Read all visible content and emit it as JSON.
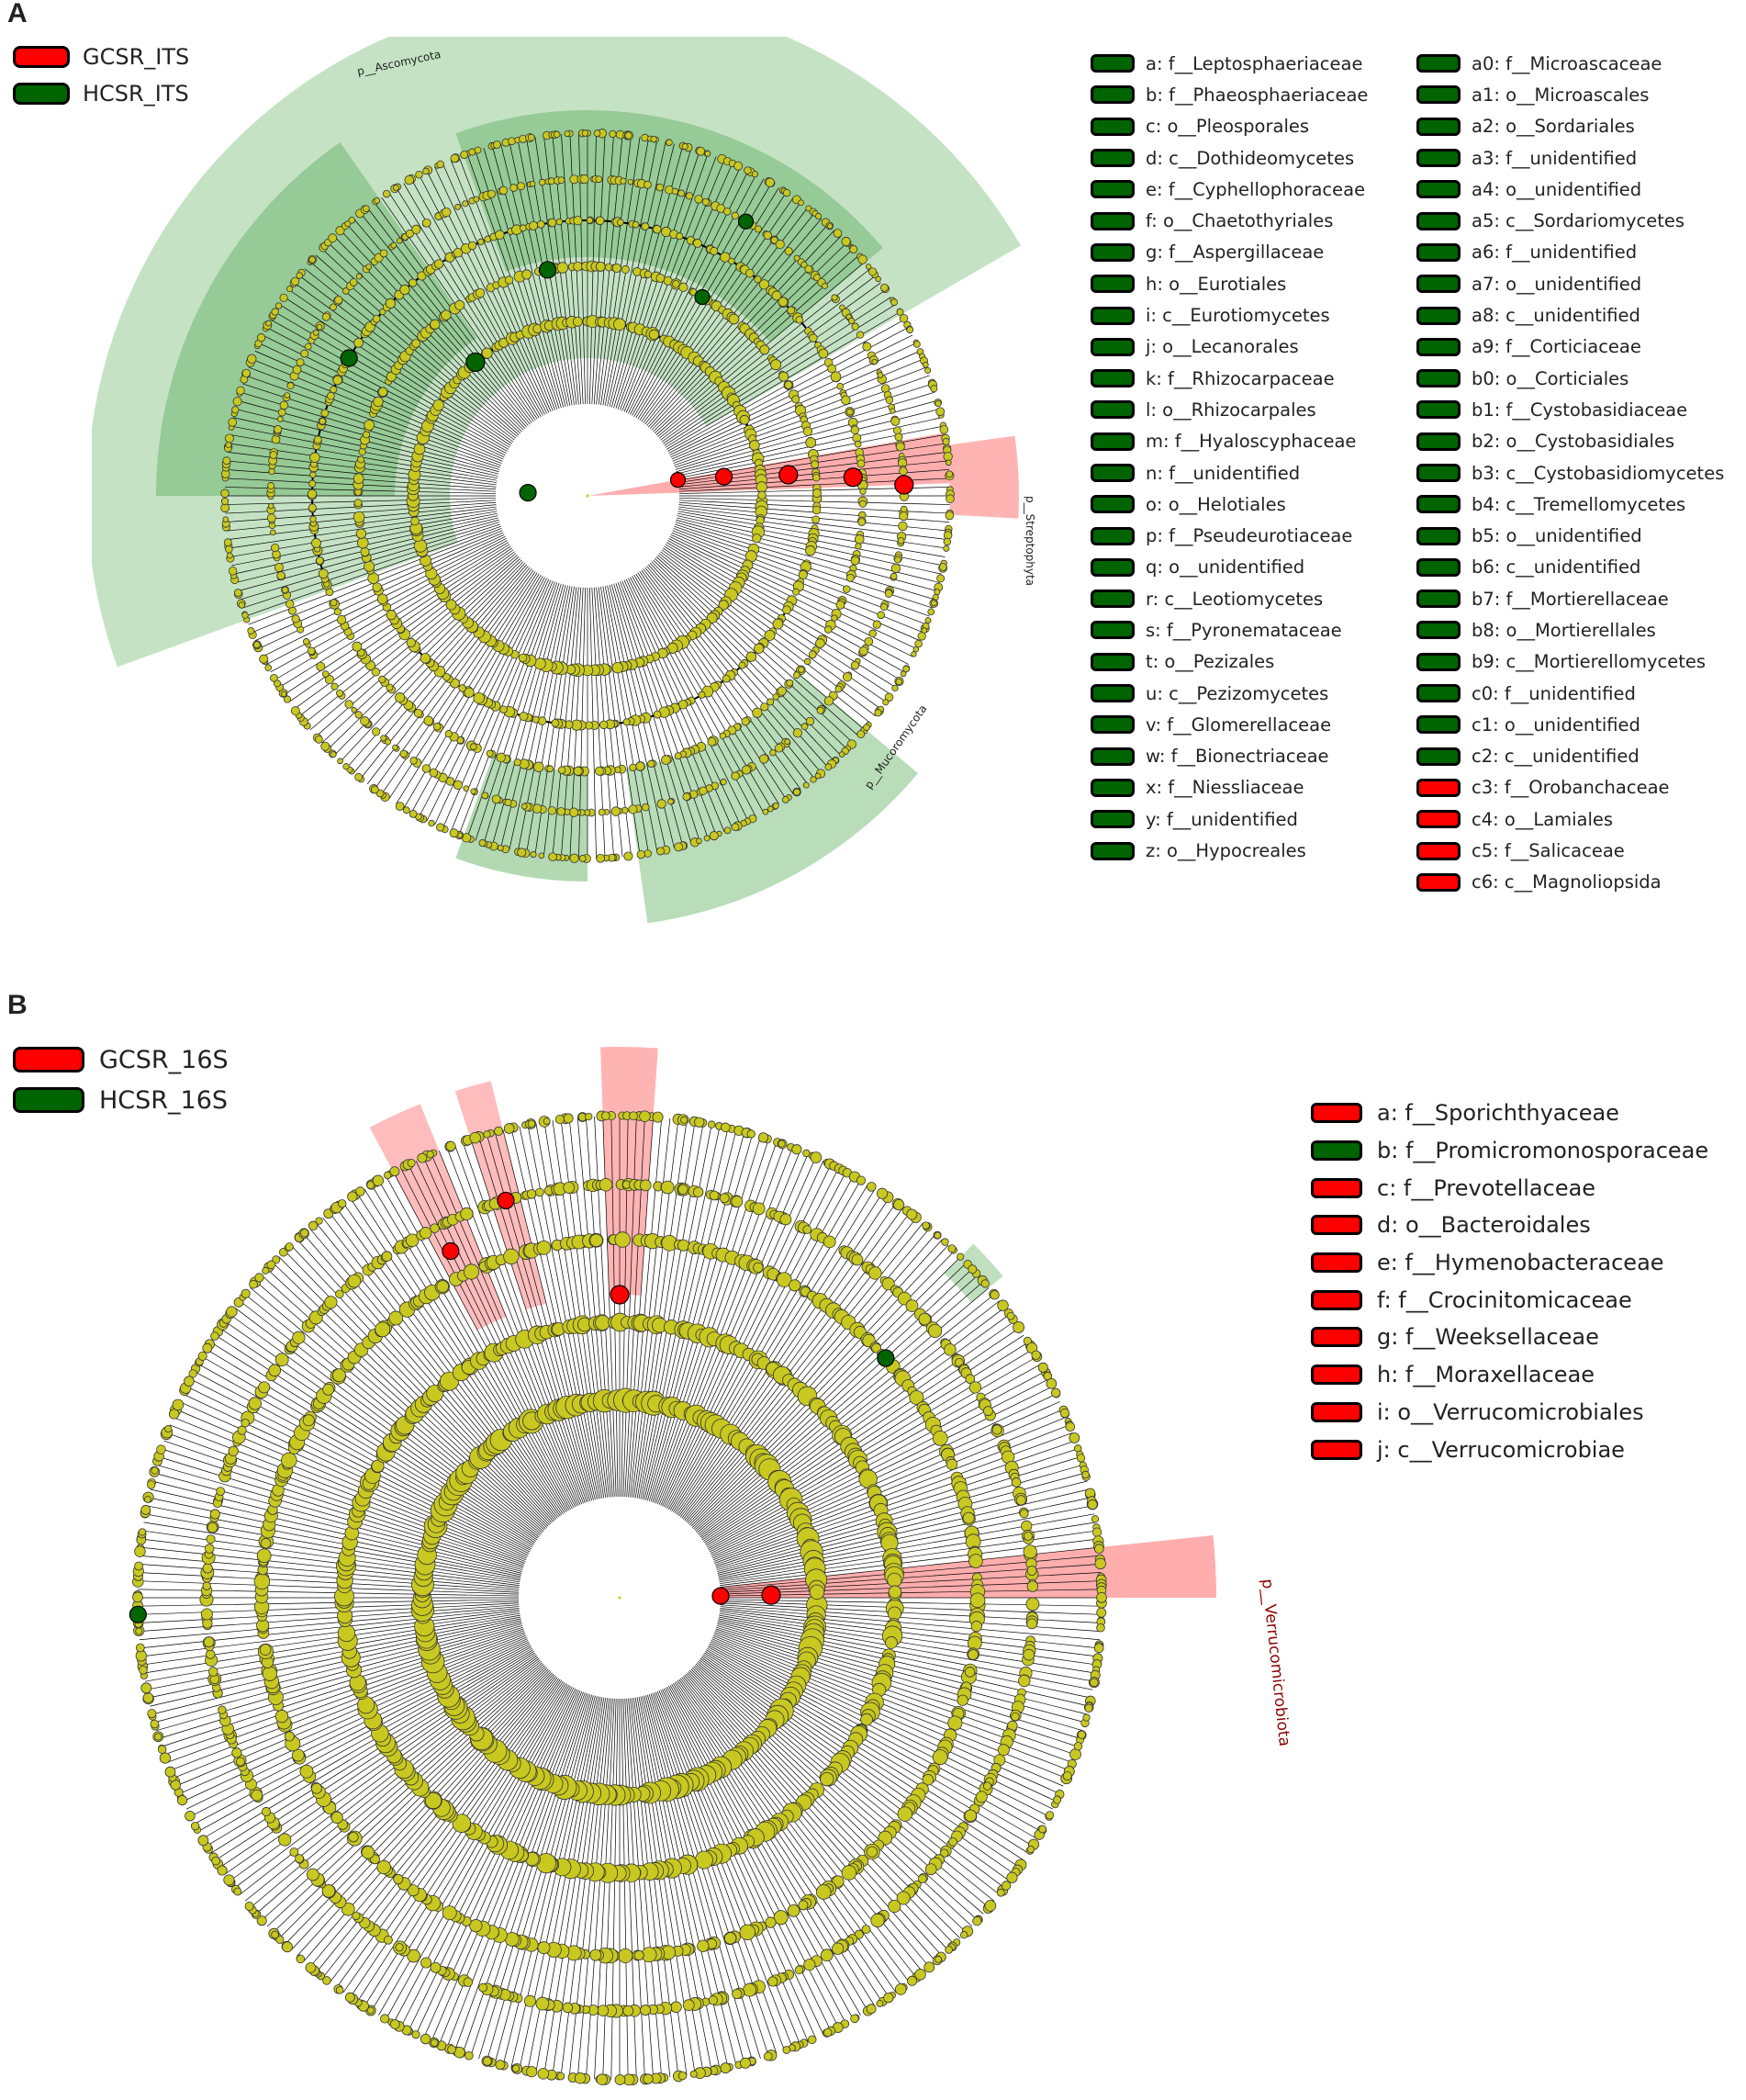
{
  "colors": {
    "enriched_red": "#ff0000",
    "enriched_green": "#006400",
    "node_yellow": "#c8c820",
    "shade_red": "#ff6a6a",
    "shade_green": "#7fbf7f"
  },
  "panelA": {
    "letter": "A",
    "groups": [
      {
        "label": "GCSR_ITS",
        "color": "#ff0000"
      },
      {
        "label": "HCSR_ITS",
        "color": "#006400"
      }
    ],
    "clade_labels": {
      "ascomycota": "p__Ascomycota",
      "streptophyta": "p__Streptophyta",
      "mucoromycota": "p__Mucoromycota"
    },
    "legend": [
      {
        "label": "a: f__Leptosphaeriaceae",
        "color": "#006400"
      },
      {
        "label": "b: f__Phaeosphaeriaceae",
        "color": "#006400"
      },
      {
        "label": "c: o__Pleosporales",
        "color": "#006400"
      },
      {
        "label": "d: c__Dothideomycetes",
        "color": "#006400"
      },
      {
        "label": "e: f__Cyphellophoraceae",
        "color": "#006400"
      },
      {
        "label": "f: o__Chaetothyriales",
        "color": "#006400"
      },
      {
        "label": "g: f__Aspergillaceae",
        "color": "#006400"
      },
      {
        "label": "h: o__Eurotiales",
        "color": "#006400"
      },
      {
        "label": "i: c__Eurotiomycetes",
        "color": "#006400"
      },
      {
        "label": "j: o__Lecanorales",
        "color": "#006400"
      },
      {
        "label": "k: f__Rhizocarpaceae",
        "color": "#006400"
      },
      {
        "label": "l: o__Rhizocarpales",
        "color": "#006400"
      },
      {
        "label": "m: f__Hyaloscyphaceae",
        "color": "#006400"
      },
      {
        "label": "n: f__unidentified",
        "color": "#006400"
      },
      {
        "label": "o: o__Helotiales",
        "color": "#006400"
      },
      {
        "label": "p: f__Pseudeurotiaceae",
        "color": "#006400"
      },
      {
        "label": "q: o__unidentified",
        "color": "#006400"
      },
      {
        "label": "r: c__Leotiomycetes",
        "color": "#006400"
      },
      {
        "label": "s: f__Pyronemataceae",
        "color": "#006400"
      },
      {
        "label": "t: o__Pezizales",
        "color": "#006400"
      },
      {
        "label": "u: c__Pezizomycetes",
        "color": "#006400"
      },
      {
        "label": "v: f__Glomerellaceae",
        "color": "#006400"
      },
      {
        "label": "w: f__Bionectriaceae",
        "color": "#006400"
      },
      {
        "label": "x: f__Niessliaceae",
        "color": "#006400"
      },
      {
        "label": "y: f__unidentified",
        "color": "#006400"
      },
      {
        "label": "z: o__Hypocreales",
        "color": "#006400"
      },
      {
        "label": "a0: f__Microascaceae",
        "color": "#006400"
      },
      {
        "label": "a1: o__Microascales",
        "color": "#006400"
      },
      {
        "label": "a2: o__Sordariales",
        "color": "#006400"
      },
      {
        "label": "a3: f__unidentified",
        "color": "#006400"
      },
      {
        "label": "a4: o__unidentified",
        "color": "#006400"
      },
      {
        "label": "a5: c__Sordariomycetes",
        "color": "#006400"
      },
      {
        "label": "a6: f__unidentified",
        "color": "#006400"
      },
      {
        "label": "a7: o__unidentified",
        "color": "#006400"
      },
      {
        "label": "a8: c__unidentified",
        "color": "#006400"
      },
      {
        "label": "a9: f__Corticiaceae",
        "color": "#006400"
      },
      {
        "label": "b0: o__Corticiales",
        "color": "#006400"
      },
      {
        "label": "b1: f__Cystobasidiaceae",
        "color": "#006400"
      },
      {
        "label": "b2: o__Cystobasidiales",
        "color": "#006400"
      },
      {
        "label": "b3: c__Cystobasidiomycetes",
        "color": "#006400"
      },
      {
        "label": "b4: c__Tremellomycetes",
        "color": "#006400"
      },
      {
        "label": "b5: o__unidentified",
        "color": "#006400"
      },
      {
        "label": "b6: c__unidentified",
        "color": "#006400"
      },
      {
        "label": "b7: f__Mortierellaceae",
        "color": "#006400"
      },
      {
        "label": "b8: o__Mortierellales",
        "color": "#006400"
      },
      {
        "label": "b9: c__Mortierellomycetes",
        "color": "#006400"
      },
      {
        "label": "c0: f__unidentified",
        "color": "#006400"
      },
      {
        "label": "c1: o__unidentified",
        "color": "#006400"
      },
      {
        "label": "c2: c__unidentified",
        "color": "#006400"
      },
      {
        "label": "c3: f__Orobanchaceae",
        "color": "#ff0000"
      },
      {
        "label": "c4: o__Lamiales",
        "color": "#ff0000"
      },
      {
        "label": "c5: f__Salicaceae",
        "color": "#ff0000"
      },
      {
        "label": "c6: c__Magnoliopsida",
        "color": "#ff0000"
      }
    ]
  },
  "panelB": {
    "letter": "B",
    "groups": [
      {
        "label": "GCSR_16S",
        "color": "#ff0000"
      },
      {
        "label": "HCSR_16S",
        "color": "#006400"
      }
    ],
    "clade_labels": {
      "verrucomicrobiota": "p__Verrucomicrobiota"
    },
    "legend": [
      {
        "label": "a: f__Sporichthyaceae",
        "color": "#ff0000"
      },
      {
        "label": "b: f__Promicromonosporaceae",
        "color": "#006400"
      },
      {
        "label": "c: f__Prevotellaceae",
        "color": "#ff0000"
      },
      {
        "label": "d: o__Bacteroidales",
        "color": "#ff0000"
      },
      {
        "label": "e: f__Hymenobacteraceae",
        "color": "#ff0000"
      },
      {
        "label": "f: f__Crocinitomicaceae",
        "color": "#ff0000"
      },
      {
        "label": "g: f__Weeksellaceae",
        "color": "#ff0000"
      },
      {
        "label": "h: f__Moraxellaceae",
        "color": "#ff0000"
      },
      {
        "label": "i: o__Verrucomicrobiales",
        "color": "#ff0000"
      },
      {
        "label": "j: c__Verrucomicrobiae",
        "color": "#ff0000"
      }
    ]
  }
}
